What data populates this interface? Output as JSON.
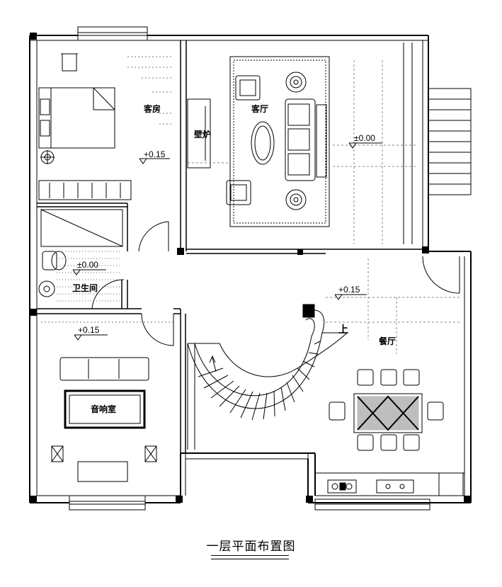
{
  "rooms": {
    "guest_room": "客房",
    "living_room": "客厅",
    "fireplace": "壁炉",
    "bathroom": "卫生间",
    "dining_room": "餐厅",
    "audio_room": "音响室"
  },
  "levels": {
    "guest_room": "+0.15",
    "living_room": "±0.00",
    "bathroom": "±0.00",
    "hall": "+0.15",
    "audio_room": "+0.15"
  },
  "stair_label": "上",
  "title": "一层平面布置图"
}
